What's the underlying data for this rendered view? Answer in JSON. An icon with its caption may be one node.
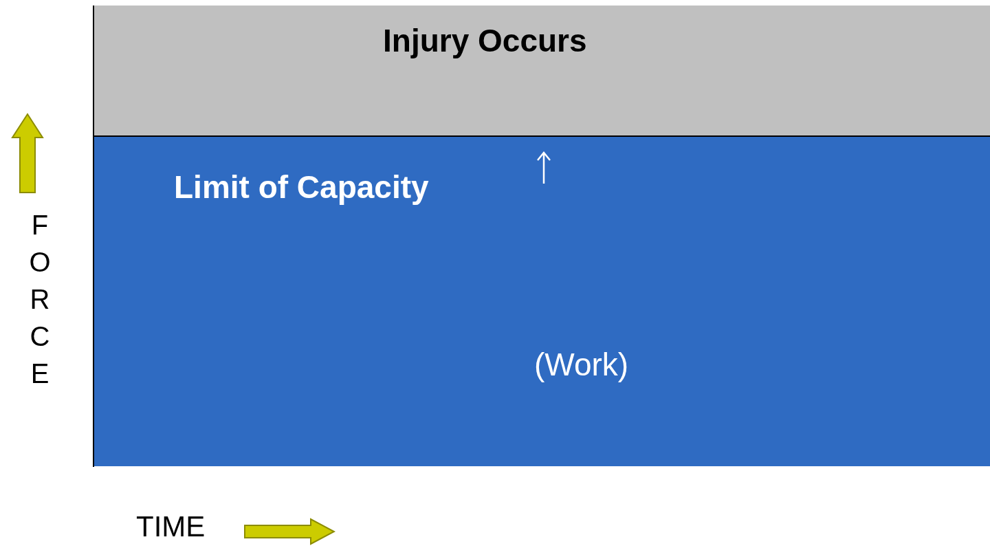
{
  "diagram": {
    "nodes": [
      {
        "text": [
          "Injury Occurs"
        ]
      },
      {
        "text": [
          "Limit of Capacity",
          "(Work)"
        ]
      }
    ],
    "labels": [
      "FORCE",
      "TIME"
    ]
  }
}
